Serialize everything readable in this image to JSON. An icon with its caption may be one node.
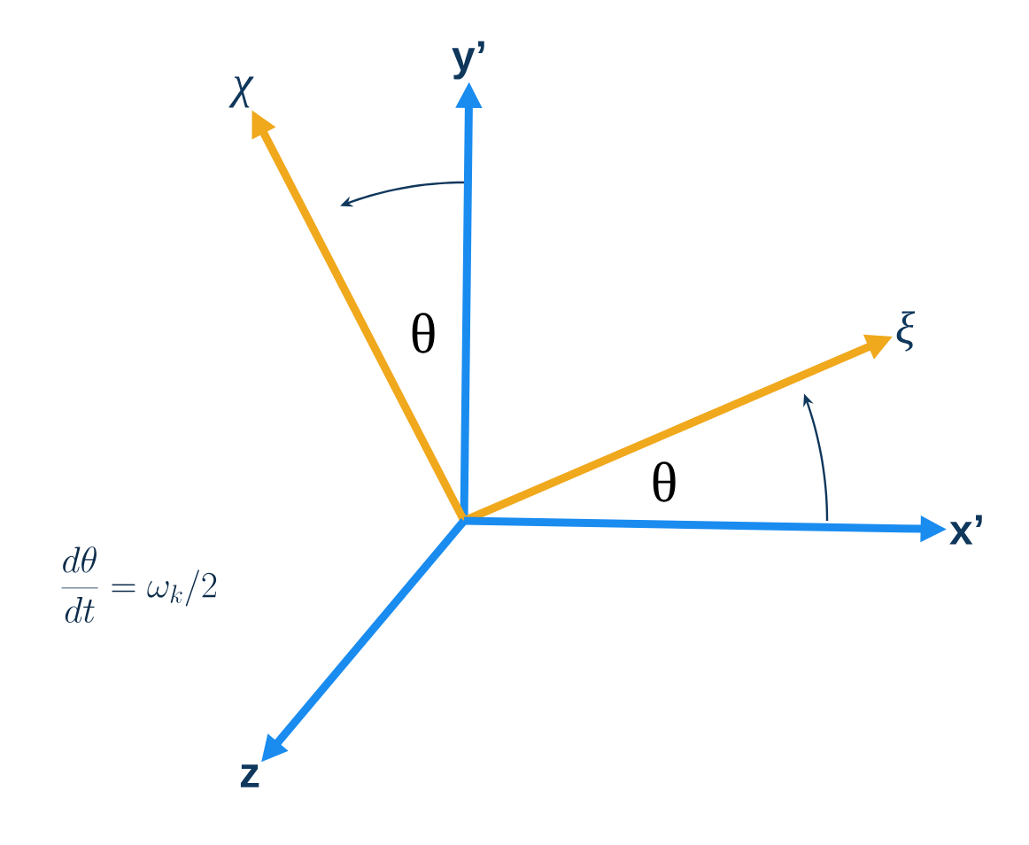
{
  "diagram": {
    "nodes": [
      {
        "text": [
          "y’"
        ]
      },
      {
        "text": [
          "χ"
        ]
      },
      {
        "text": [
          "ξ"
        ]
      },
      {
        "text": [
          "x’"
        ]
      },
      {
        "text": [
          "z"
        ]
      }
    ],
    "edges": [
      {
        "from": null,
        "to": 0,
        "arrow": "to"
      },
      {
        "from": null,
        "to": 1,
        "arrow": "to",
        "color": "#f0a81c"
      },
      {
        "from": null,
        "to": 2,
        "arrow": "to",
        "color": "#f0a81c"
      },
      {
        "from": null,
        "to": 3,
        "arrow": "to"
      },
      {
        "from": null,
        "to": 4,
        "arrow": "to"
      }
    ],
    "labels": [
      "θ",
      "θ",
      "\\frac{d\\theta}{dt} = \\omega_k/2"
    ]
  }
}
